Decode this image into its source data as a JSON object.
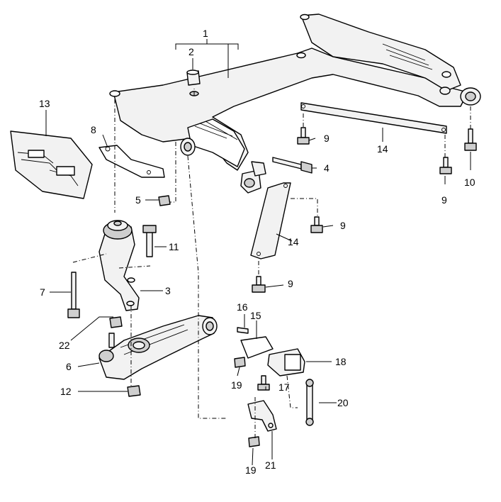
{
  "callouts": {
    "c1": "1",
    "c2": "2",
    "c3": "3",
    "c4": "4",
    "c5": "5",
    "c6": "6",
    "c7": "7",
    "c8": "8",
    "c9a": "9",
    "c9b": "9",
    "c9c": "9",
    "c9d": "9",
    "c10": "10",
    "c11": "11",
    "c12": "12",
    "c13": "13",
    "c14a": "14",
    "c14b": "14",
    "c15": "15",
    "c16": "16",
    "c17": "17",
    "c18": "18",
    "c19a": "19",
    "c19b": "19",
    "c20": "20",
    "c21": "21",
    "c22": "22"
  }
}
